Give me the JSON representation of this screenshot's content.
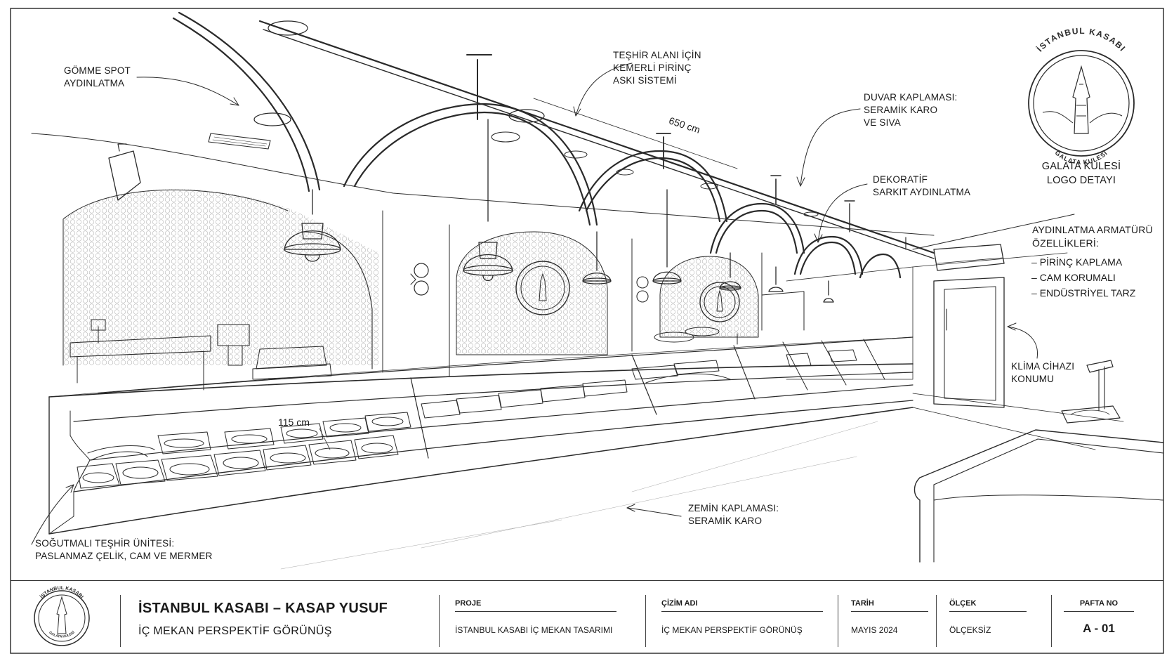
{
  "labels": {
    "gomme_spot": [
      "GÖMME SPOT",
      "AYDINLATMA"
    ],
    "teshir_aski": [
      "TEŞHİR ALANI İÇİN",
      "KEMERLİ PİRİNÇ",
      "ASKI SİSTEMİ"
    ],
    "duvar_kaplamasi": [
      "DUVAR KAPLAMASI:",
      "SERAMİK KARO",
      "VE SIVA"
    ],
    "dekoratif": [
      "DEKORATİF",
      "SARKIT AYDINLATMA"
    ],
    "aydinlatma_armaturu": [
      "AYDINLATMA ARMATÜRÜ",
      "ÖZELLİKLERİ:"
    ],
    "ozellikler": [
      "PİRİNÇ KAPLAMA",
      "CAM KORUMALI",
      "ENDÜSTRİYEL TARZ"
    ],
    "klima": [
      "KLİMA CİHAZI",
      "KONUMU"
    ],
    "zemin": [
      "ZEMİN KAPLAMASI:",
      "SERAMİK KARO"
    ],
    "sogutmali": [
      "SOĞUTMALI TEŞHİR ÜNİTESİ:",
      "PASLANMAZ ÇELİK, CAM VE MERMER"
    ],
    "logo_detay": [
      "GALATA KULESİ",
      "LOGO DETAYI"
    ]
  },
  "dimensions": {
    "length": "650 cm",
    "height": "115 cm"
  },
  "logo": {
    "top_text": "İSTANBUL KASABI",
    "bottom_text": "GALATA KULESİ"
  },
  "title_block": {
    "title": "İSTANBUL KASABI – KASAP YUSUF",
    "subtitle": "İÇ MEKAN PERSPEKTİF GÖRÜNÜŞ",
    "proje_label": "PROJE",
    "proje_value": "İSTANBUL KASABI İÇ MEKAN TASARIMI",
    "cizim_label": "ÇİZİM ADI",
    "cizim_value": "İÇ MEKAN PERSPEKTİF GÖRÜNÜŞ",
    "tarih_label": "TARİH",
    "tarih_value": "MAYIS 2024",
    "olcek_label": "ÖLÇEK",
    "olcek_value": "ÖLÇEKSİZ",
    "pafta_label": "PAFTA NO",
    "pafta_value": "A - 01"
  },
  "colors": {
    "ink": "#2a2a2a",
    "paper": "#ffffff",
    "light": "#9a9a9a"
  }
}
